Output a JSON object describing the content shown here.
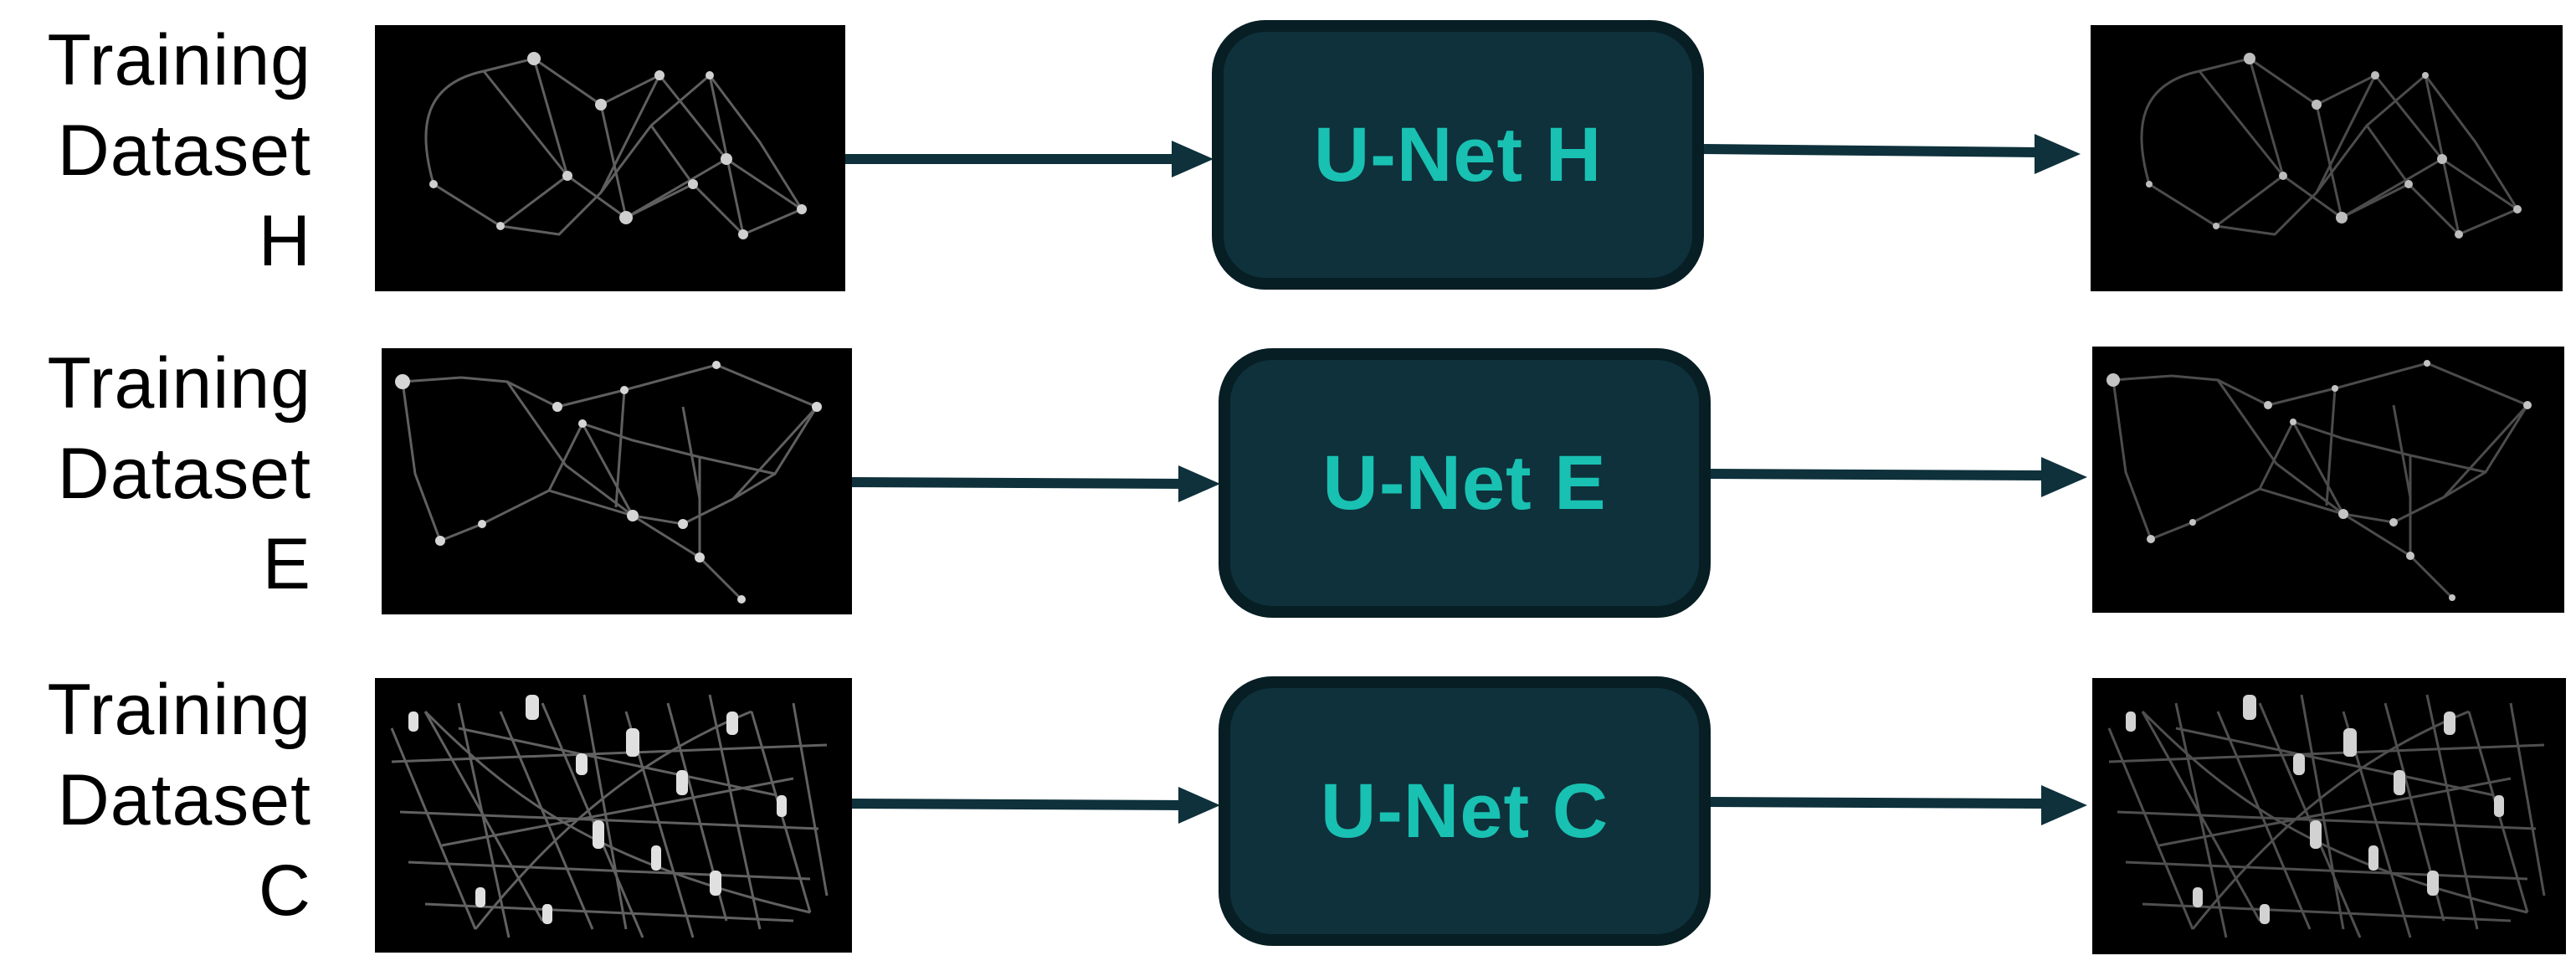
{
  "colors": {
    "box_fill": "#0e313b",
    "box_border": "#071e24",
    "box_text": "#19c1b2",
    "arrow": "#0e313b"
  },
  "rows": [
    {
      "label_lines": [
        "Training",
        "Dataset",
        "H"
      ],
      "unet_label": "U-Net H",
      "input_image": "sparse-network-image",
      "output_image": "sparse-network-image"
    },
    {
      "label_lines": [
        "Training",
        "Dataset",
        "E"
      ],
      "unet_label": "U-Net E",
      "input_image": "medium-network-image",
      "output_image": "medium-network-image"
    },
    {
      "label_lines": [
        "Training",
        "Dataset",
        "C"
      ],
      "unet_label": "U-Net C",
      "input_image": "dense-network-image",
      "output_image": "dense-network-image"
    }
  ]
}
